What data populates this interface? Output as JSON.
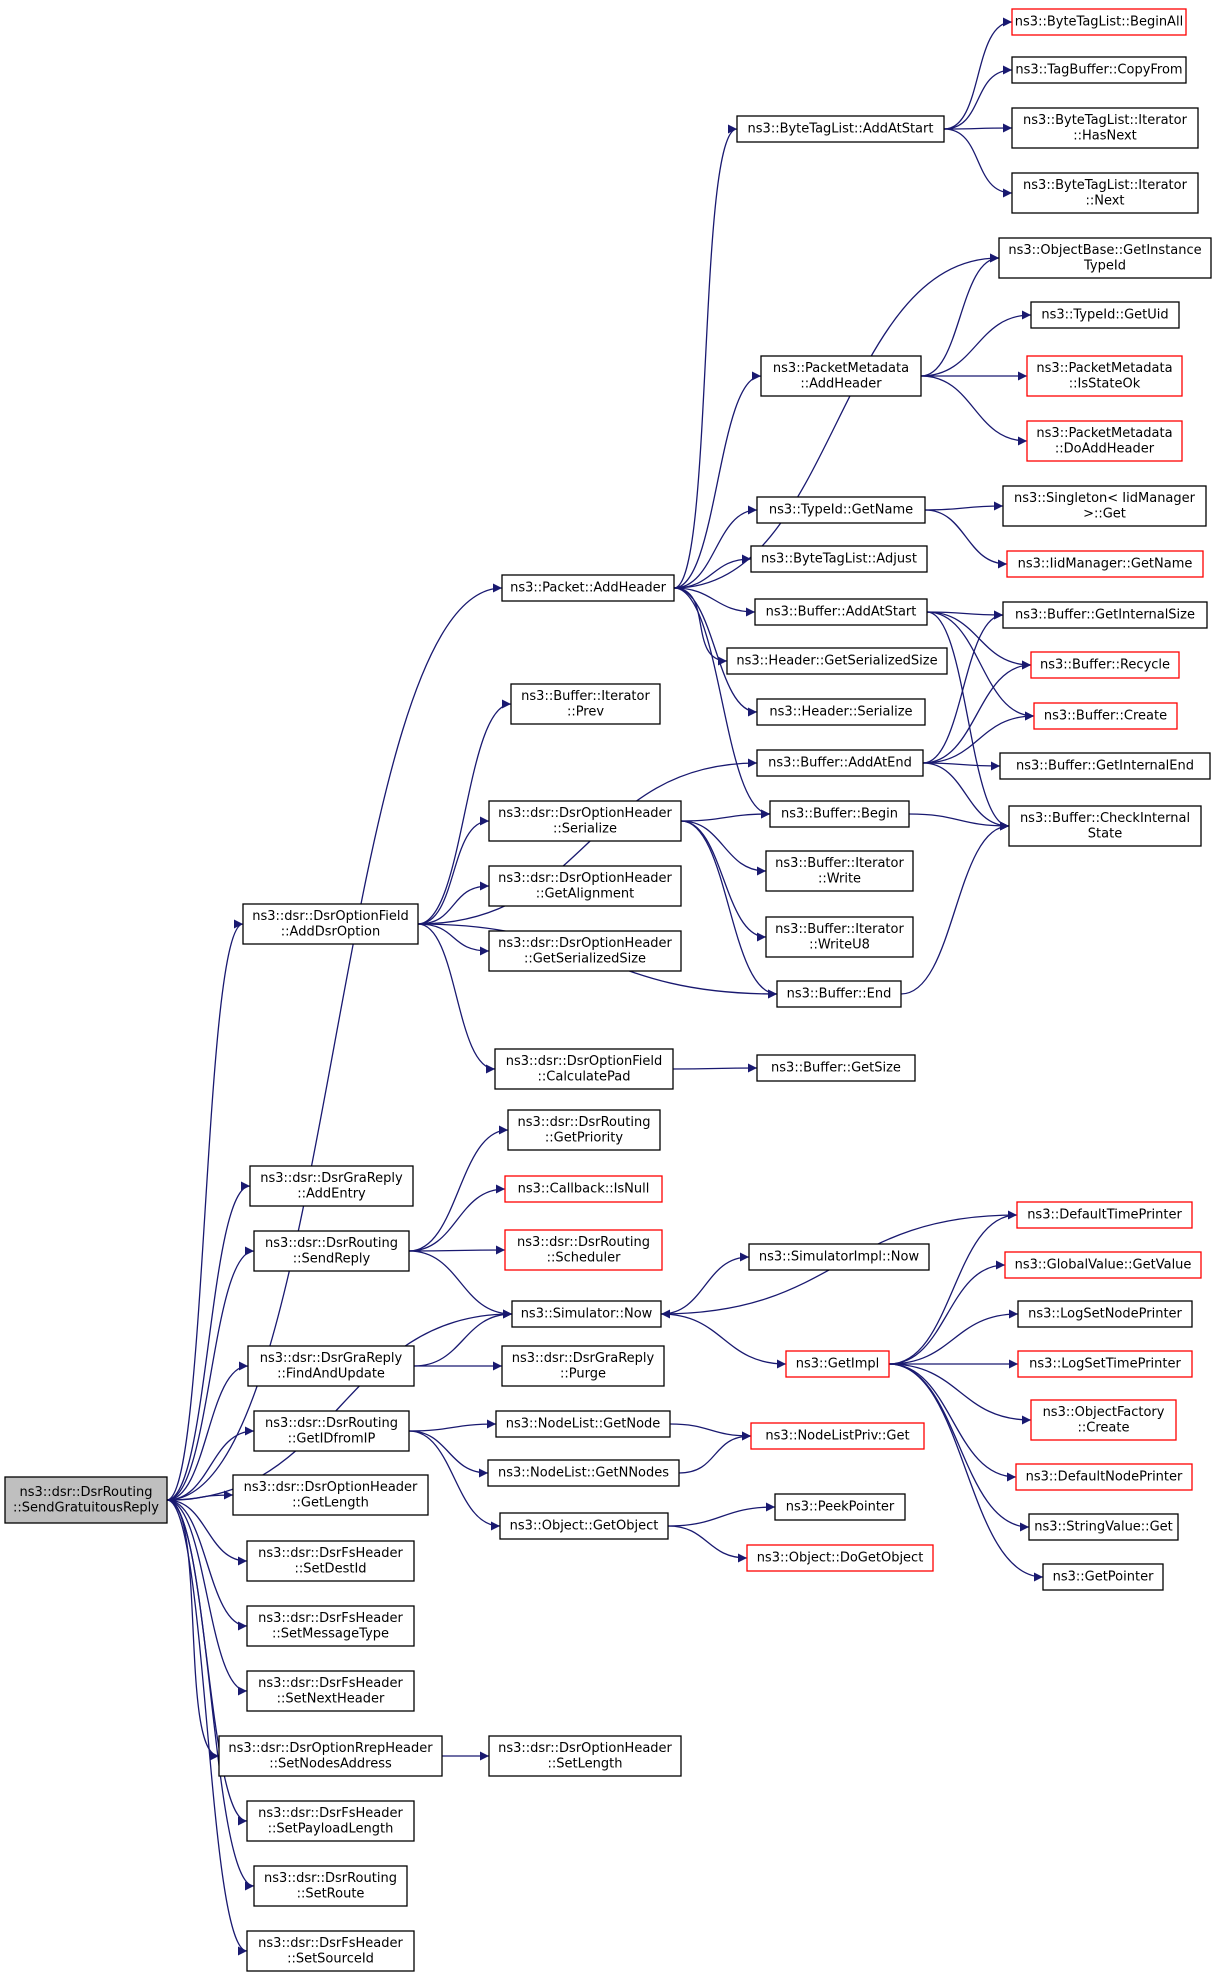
{
  "nodes": [
    {
      "id": "root",
      "lines": [
        "ns3::dsr::DsrRouting",
        "::SendGratuitousReply"
      ]
    },
    {
      "id": "AddHeader",
      "lines": [
        "ns3::Packet::AddHeader"
      ]
    },
    {
      "id": "AddDsrOption",
      "lines": [
        "ns3::dsr::DsrOptionField",
        "::AddDsrOption"
      ]
    },
    {
      "id": "GraAddEntry",
      "lines": [
        "ns3::dsr::DsrGraReply",
        "::AddEntry"
      ]
    },
    {
      "id": "SendReply",
      "lines": [
        "ns3::dsr::DsrRouting",
        "::SendReply"
      ]
    },
    {
      "id": "SimNow",
      "lines": [
        "ns3::Simulator::Now"
      ]
    },
    {
      "id": "FindAndUpdate",
      "lines": [
        "ns3::dsr::DsrGraReply",
        "::FindAndUpdate"
      ]
    },
    {
      "id": "GetIDfromIP",
      "lines": [
        "ns3::dsr::DsrRouting",
        "::GetIDfromIP"
      ]
    },
    {
      "id": "OptHdrGetLength",
      "lines": [
        "ns3::dsr::DsrOptionHeader",
        "::GetLength"
      ]
    },
    {
      "id": "SetDestId",
      "lines": [
        "ns3::dsr::DsrFsHeader",
        "::SetDestId"
      ]
    },
    {
      "id": "SetMessageType",
      "lines": [
        "ns3::dsr::DsrFsHeader",
        "::SetMessageType"
      ]
    },
    {
      "id": "SetNextHeader",
      "lines": [
        "ns3::dsr::DsrFsHeader",
        "::SetNextHeader"
      ]
    },
    {
      "id": "SetNodesAddress",
      "lines": [
        "ns3::dsr::DsrOptionRrepHeader",
        "::SetNodesAddress"
      ]
    },
    {
      "id": "SetPayloadLength",
      "lines": [
        "ns3::dsr::DsrFsHeader",
        "::SetPayloadLength"
      ]
    },
    {
      "id": "SetRoute",
      "lines": [
        "ns3::dsr::DsrRouting",
        "::SetRoute"
      ]
    },
    {
      "id": "SetSourceId",
      "lines": [
        "ns3::dsr::DsrFsHeader",
        "::SetSourceId"
      ]
    },
    {
      "id": "BTLAddAtStart",
      "lines": [
        "ns3::ByteTagList::AddAtStart"
      ]
    },
    {
      "id": "BTLBeginAll",
      "lines": [
        "ns3::ByteTagList::BeginAll"
      ],
      "red": true
    },
    {
      "id": "TagCopyFrom",
      "lines": [
        "ns3::TagBuffer::CopyFrom"
      ]
    },
    {
      "id": "BTLIterHasNext",
      "lines": [
        "ns3::ByteTagList::Iterator",
        "::HasNext"
      ]
    },
    {
      "id": "BTLIterNext",
      "lines": [
        "ns3::ByteTagList::Iterator",
        "::Next"
      ]
    },
    {
      "id": "ObjBaseGetInstanceTypeId",
      "lines": [
        "ns3::ObjectBase::GetInstance",
        "TypeId"
      ]
    },
    {
      "id": "PMAddHeader",
      "lines": [
        "ns3::PacketMetadata",
        "::AddHeader"
      ]
    },
    {
      "id": "TypeIdGetUid",
      "lines": [
        "ns3::TypeId::GetUid"
      ]
    },
    {
      "id": "PMIsStateOk",
      "lines": [
        "ns3::PacketMetadata",
        "::IsStateOk"
      ],
      "red": true
    },
    {
      "id": "PMDoAddHeader",
      "lines": [
        "ns3::PacketMetadata",
        "::DoAddHeader"
      ],
      "red": true
    },
    {
      "id": "TypeIdGetName",
      "lines": [
        "ns3::TypeId::GetName"
      ]
    },
    {
      "id": "SingletonGet",
      "lines": [
        "ns3::Singleton< IidManager",
        ">::Get"
      ]
    },
    {
      "id": "IidGetName",
      "lines": [
        "ns3::IidManager::GetName"
      ],
      "red": true
    },
    {
      "id": "BTLAdjust",
      "lines": [
        "ns3::ByteTagList::Adjust"
      ]
    },
    {
      "id": "BufAddAtStart",
      "lines": [
        "ns3::Buffer::AddAtStart"
      ]
    },
    {
      "id": "BufGetInternalSize",
      "lines": [
        "ns3::Buffer::GetInternalSize"
      ]
    },
    {
      "id": "HdrGetSerializedSize",
      "lines": [
        "ns3::Header::GetSerializedSize"
      ]
    },
    {
      "id": "BufRecycle",
      "lines": [
        "ns3::Buffer::Recycle"
      ],
      "red": true
    },
    {
      "id": "BufIterPrev",
      "lines": [
        "ns3::Buffer::Iterator",
        "::Prev"
      ]
    },
    {
      "id": "HdrSerialize",
      "lines": [
        "ns3::Header::Serialize"
      ]
    },
    {
      "id": "BufCreate",
      "lines": [
        "ns3::Buffer::Create"
      ],
      "red": true
    },
    {
      "id": "BufAddAtEnd",
      "lines": [
        "ns3::Buffer::AddAtEnd"
      ]
    },
    {
      "id": "BufGetInternalEnd",
      "lines": [
        "ns3::Buffer::GetInternalEnd"
      ]
    },
    {
      "id": "OptHdrSerialize",
      "lines": [
        "ns3::dsr::DsrOptionHeader",
        "::Serialize"
      ]
    },
    {
      "id": "BufBegin",
      "lines": [
        "ns3::Buffer::Begin"
      ]
    },
    {
      "id": "BufCheckInternalState",
      "lines": [
        "ns3::Buffer::CheckInternal",
        "State"
      ]
    },
    {
      "id": "BufIterWrite",
      "lines": [
        "ns3::Buffer::Iterator",
        "::Write"
      ]
    },
    {
      "id": "OptHdrGetAlignment",
      "lines": [
        "ns3::dsr::DsrOptionHeader",
        "::GetAlignment"
      ]
    },
    {
      "id": "BufIterWriteU8",
      "lines": [
        "ns3::Buffer::Iterator",
        "::WriteU8"
      ]
    },
    {
      "id": "OptHdrGetSerializedSize",
      "lines": [
        "ns3::dsr::DsrOptionHeader",
        "::GetSerializedSize"
      ]
    },
    {
      "id": "BufEnd",
      "lines": [
        "ns3::Buffer::End"
      ]
    },
    {
      "id": "CalculatePad",
      "lines": [
        "ns3::dsr::DsrOptionField",
        "::CalculatePad"
      ]
    },
    {
      "id": "BufGetSize",
      "lines": [
        "ns3::Buffer::GetSize"
      ]
    },
    {
      "id": "GetPriority",
      "lines": [
        "ns3::dsr::DsrRouting",
        "::GetPriority"
      ]
    },
    {
      "id": "CallbackIsNull",
      "lines": [
        "ns3::Callback::IsNull"
      ],
      "red": true
    },
    {
      "id": "Scheduler",
      "lines": [
        "ns3::dsr::DsrRouting",
        "::Scheduler"
      ],
      "red": true
    },
    {
      "id": "SimImplNow",
      "lines": [
        "ns3::SimulatorImpl::Now"
      ]
    },
    {
      "id": "DefaultTimePrinter",
      "lines": [
        "ns3::DefaultTimePrinter"
      ],
      "red": true
    },
    {
      "id": "GlobalValueGetValue",
      "lines": [
        "ns3::GlobalValue::GetValue"
      ],
      "red": true
    },
    {
      "id": "LogSetNodePrinter",
      "lines": [
        "ns3::LogSetNodePrinter"
      ]
    },
    {
      "id": "GetImpl",
      "lines": [
        "ns3::GetImpl"
      ],
      "red": true
    },
    {
      "id": "LogSetTimePrinter",
      "lines": [
        "ns3::LogSetTimePrinter"
      ],
      "red": true
    },
    {
      "id": "GraPurge",
      "lines": [
        "ns3::dsr::DsrGraReply",
        "::Purge"
      ]
    },
    {
      "id": "ObjFactoryCreate",
      "lines": [
        "ns3::ObjectFactory",
        "::Create"
      ],
      "red": true
    },
    {
      "id": "NodeListGetNode",
      "lines": [
        "ns3::NodeList::GetNode"
      ]
    },
    {
      "id": "NodeListPrivGet",
      "lines": [
        "ns3::NodeListPriv::Get"
      ],
      "red": true
    },
    {
      "id": "NodeListGetNNodes",
      "lines": [
        "ns3::NodeList::GetNNodes"
      ]
    },
    {
      "id": "DefaultNodePrinter",
      "lines": [
        "ns3::DefaultNodePrinter"
      ],
      "red": true
    },
    {
      "id": "PeekPointer",
      "lines": [
        "ns3::PeekPointer"
      ]
    },
    {
      "id": "ObjGetObject",
      "lines": [
        "ns3::Object::GetObject"
      ]
    },
    {
      "id": "StringValueGet",
      "lines": [
        "ns3::StringValue::Get"
      ]
    },
    {
      "id": "ObjDoGetObject",
      "lines": [
        "ns3::Object::DoGetObject"
      ],
      "red": true
    },
    {
      "id": "GetPointer",
      "lines": [
        "ns3::GetPointer"
      ]
    },
    {
      "id": "OptHdrSetLength",
      "lines": [
        "ns3::dsr::DsrOptionHeader",
        "::SetLength"
      ]
    }
  ],
  "edges": [
    [
      "root",
      "AddHeader"
    ],
    [
      "root",
      "AddDsrOption"
    ],
    [
      "root",
      "GraAddEntry"
    ],
    [
      "root",
      "SendReply"
    ],
    [
      "root",
      "SimNow"
    ],
    [
      "root",
      "FindAndUpdate"
    ],
    [
      "root",
      "GetIDfromIP"
    ],
    [
      "root",
      "OptHdrGetLength"
    ],
    [
      "root",
      "SetDestId"
    ],
    [
      "root",
      "SetMessageType"
    ],
    [
      "root",
      "SetNextHeader"
    ],
    [
      "root",
      "SetNodesAddress"
    ],
    [
      "root",
      "SetPayloadLength"
    ],
    [
      "root",
      "SetRoute"
    ],
    [
      "root",
      "SetSourceId"
    ],
    [
      "AddHeader",
      "BTLAddAtStart"
    ],
    [
      "AddHeader",
      "ObjBaseGetInstanceTypeId"
    ],
    [
      "AddHeader",
      "PMAddHeader"
    ],
    [
      "AddHeader",
      "TypeIdGetName"
    ],
    [
      "AddHeader",
      "BTLAdjust"
    ],
    [
      "AddHeader",
      "BufAddAtStart"
    ],
    [
      "AddHeader",
      "HdrGetSerializedSize"
    ],
    [
      "AddHeader",
      "HdrSerialize"
    ],
    [
      "AddHeader",
      "BufBegin"
    ],
    [
      "BTLAddAtStart",
      "BTLBeginAll"
    ],
    [
      "BTLAddAtStart",
      "TagCopyFrom"
    ],
    [
      "BTLAddAtStart",
      "BTLIterHasNext"
    ],
    [
      "BTLAddAtStart",
      "BTLIterNext"
    ],
    [
      "PMAddHeader",
      "ObjBaseGetInstanceTypeId"
    ],
    [
      "PMAddHeader",
      "TypeIdGetUid"
    ],
    [
      "PMAddHeader",
      "PMIsStateOk"
    ],
    [
      "PMAddHeader",
      "PMDoAddHeader"
    ],
    [
      "TypeIdGetName",
      "SingletonGet"
    ],
    [
      "TypeIdGetName",
      "IidGetName"
    ],
    [
      "BufAddAtStart",
      "BufGetInternalSize"
    ],
    [
      "BufAddAtStart",
      "BufRecycle"
    ],
    [
      "BufAddAtStart",
      "BufCreate"
    ],
    [
      "BufAddAtStart",
      "BufCheckInternalState"
    ],
    [
      "BufAddAtEnd",
      "BufGetInternalSize"
    ],
    [
      "BufAddAtEnd",
      "BufRecycle"
    ],
    [
      "BufAddAtEnd",
      "BufCreate"
    ],
    [
      "BufAddAtEnd",
      "BufGetInternalEnd"
    ],
    [
      "BufAddAtEnd",
      "BufCheckInternalState"
    ],
    [
      "BufBegin",
      "BufCheckInternalState"
    ],
    [
      "BufEnd",
      "BufCheckInternalState"
    ],
    [
      "AddDsrOption",
      "BufIterPrev"
    ],
    [
      "AddDsrOption",
      "BufAddAtEnd"
    ],
    [
      "AddDsrOption",
      "OptHdrSerialize"
    ],
    [
      "AddDsrOption",
      "OptHdrGetAlignment"
    ],
    [
      "AddDsrOption",
      "OptHdrGetSerializedSize"
    ],
    [
      "AddDsrOption",
      "BufEnd"
    ],
    [
      "AddDsrOption",
      "CalculatePad"
    ],
    [
      "OptHdrSerialize",
      "BufBegin"
    ],
    [
      "OptHdrSerialize",
      "BufIterWrite"
    ],
    [
      "OptHdrSerialize",
      "BufIterWriteU8"
    ],
    [
      "OptHdrSerialize",
      "BufEnd"
    ],
    [
      "CalculatePad",
      "BufGetSize"
    ],
    [
      "SendReply",
      "GetPriority"
    ],
    [
      "SendReply",
      "CallbackIsNull"
    ],
    [
      "SendReply",
      "Scheduler"
    ],
    [
      "SendReply",
      "SimNow"
    ],
    [
      "SimNow",
      "SimImplNow"
    ],
    [
      "SimNow",
      "GetImpl"
    ],
    [
      "GetImpl",
      "DefaultTimePrinter"
    ],
    [
      "GetImpl",
      "GlobalValueGetValue"
    ],
    [
      "GetImpl",
      "LogSetNodePrinter"
    ],
    [
      "GetImpl",
      "LogSetTimePrinter"
    ],
    [
      "GetImpl",
      "ObjFactoryCreate"
    ],
    [
      "GetImpl",
      "DefaultNodePrinter"
    ],
    [
      "GetImpl",
      "StringValueGet"
    ],
    [
      "GetImpl",
      "GetPointer"
    ],
    [
      "DefaultTimePrinter",
      "SimNow"
    ],
    [
      "FindAndUpdate",
      "SimNow"
    ],
    [
      "FindAndUpdate",
      "GraPurge"
    ],
    [
      "GetIDfromIP",
      "NodeListGetNode"
    ],
    [
      "GetIDfromIP",
      "NodeListGetNNodes"
    ],
    [
      "GetIDfromIP",
      "ObjGetObject"
    ],
    [
      "NodeListGetNode",
      "NodeListPrivGet"
    ],
    [
      "NodeListGetNNodes",
      "NodeListPrivGet"
    ],
    [
      "ObjGetObject",
      "PeekPointer"
    ],
    [
      "ObjGetObject",
      "ObjDoGetObject"
    ],
    [
      "SetNodesAddress",
      "OptHdrSetLength"
    ]
  ]
}
